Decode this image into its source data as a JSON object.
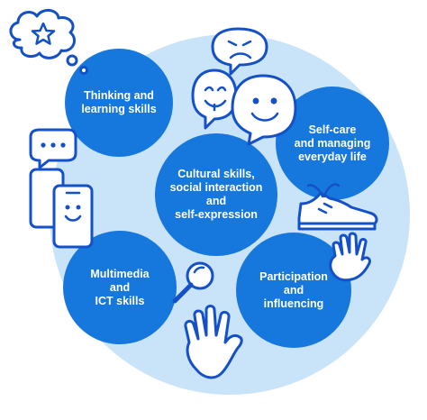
{
  "diagram": {
    "skills": [
      {
        "id": "thinking",
        "label": "Thinking and\nlearning skills"
      },
      {
        "id": "self-care",
        "label": "Self-care\nand managing\neveryday life"
      },
      {
        "id": "cultural",
        "label": "Cultural skills,\nsocial interaction\nand\nself-expression"
      },
      {
        "id": "multimedia",
        "label": "Multimedia\nand\nICT skills"
      },
      {
        "id": "participation",
        "label": "Participation\nand\ninfluencing"
      }
    ],
    "icons": [
      "thought-cloud-star-icon",
      "speech-bubbles-faces-icon",
      "phones-chat-icon",
      "sneaker-icon",
      "waving-hand-icon",
      "magnifying-glass-icon",
      "raised-hand-icon"
    ],
    "colors": {
      "background_circle": "#c9e4f8",
      "skill_circle": "#1677dd",
      "skill_text": "#ffffff",
      "icon_stroke": "#1450c8"
    }
  }
}
